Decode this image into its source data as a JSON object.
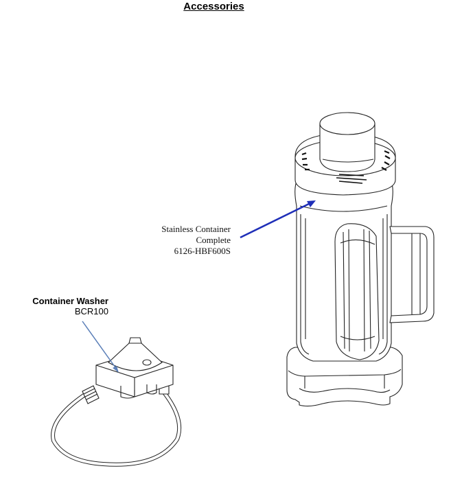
{
  "page": {
    "title": "Accessories"
  },
  "callouts": {
    "container": {
      "line1": "Stainless Container",
      "line2": "Complete",
      "part_number": "6126-HBF600S",
      "arrow_color": "#1f2fb8"
    },
    "washer": {
      "name": "Container Washer",
      "part_number": "BCR100",
      "arrow_color": "#5b7fb8"
    }
  }
}
